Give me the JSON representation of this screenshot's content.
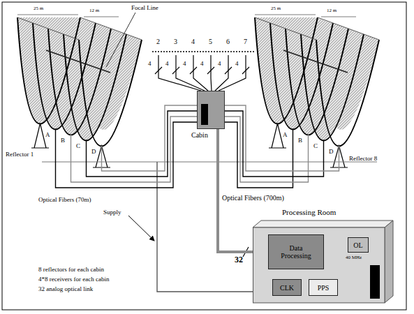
{
  "diagram": {
    "nodes": [
      {
        "text": [
          "Cabin"
        ]
      },
      {
        "text": [
          "Processing Room"
        ]
      },
      {
        "text": [
          "Data Processing"
        ],
        "in": 1
      },
      {
        "text": [
          "OL"
        ],
        "in": 1
      },
      {
        "text": [
          "CLK"
        ],
        "in": 1
      },
      {
        "text": [
          "PPS"
        ],
        "in": 1
      }
    ],
    "edges": [
      {
        "from": 0,
        "to": 2,
        "arrow": "none",
        "label": "Optical Fibers (700m)"
      },
      {
        "from": 3,
        "to": 2,
        "arrow": "none"
      },
      {
        "from": 4,
        "to": 2,
        "arrow": "none"
      }
    ],
    "labels": [
      "Focal Line",
      "25 m",
      "12 m",
      "25 m",
      "12 m",
      "2",
      "3",
      "4",
      "5",
      "6",
      "7",
      "4",
      "4",
      "4",
      "4",
      "4",
      "4",
      "Reflector 1",
      "A",
      "B",
      "C",
      "D",
      "Reflector 8",
      "A",
      "B",
      "C",
      "D",
      "Optical Fibers (70m)",
      "Supply",
      "32",
      "40 MHz",
      "8 reflectors for each cabin",
      "4*8 receivers for each cabin",
      "32 analog optical link"
    ]
  }
}
